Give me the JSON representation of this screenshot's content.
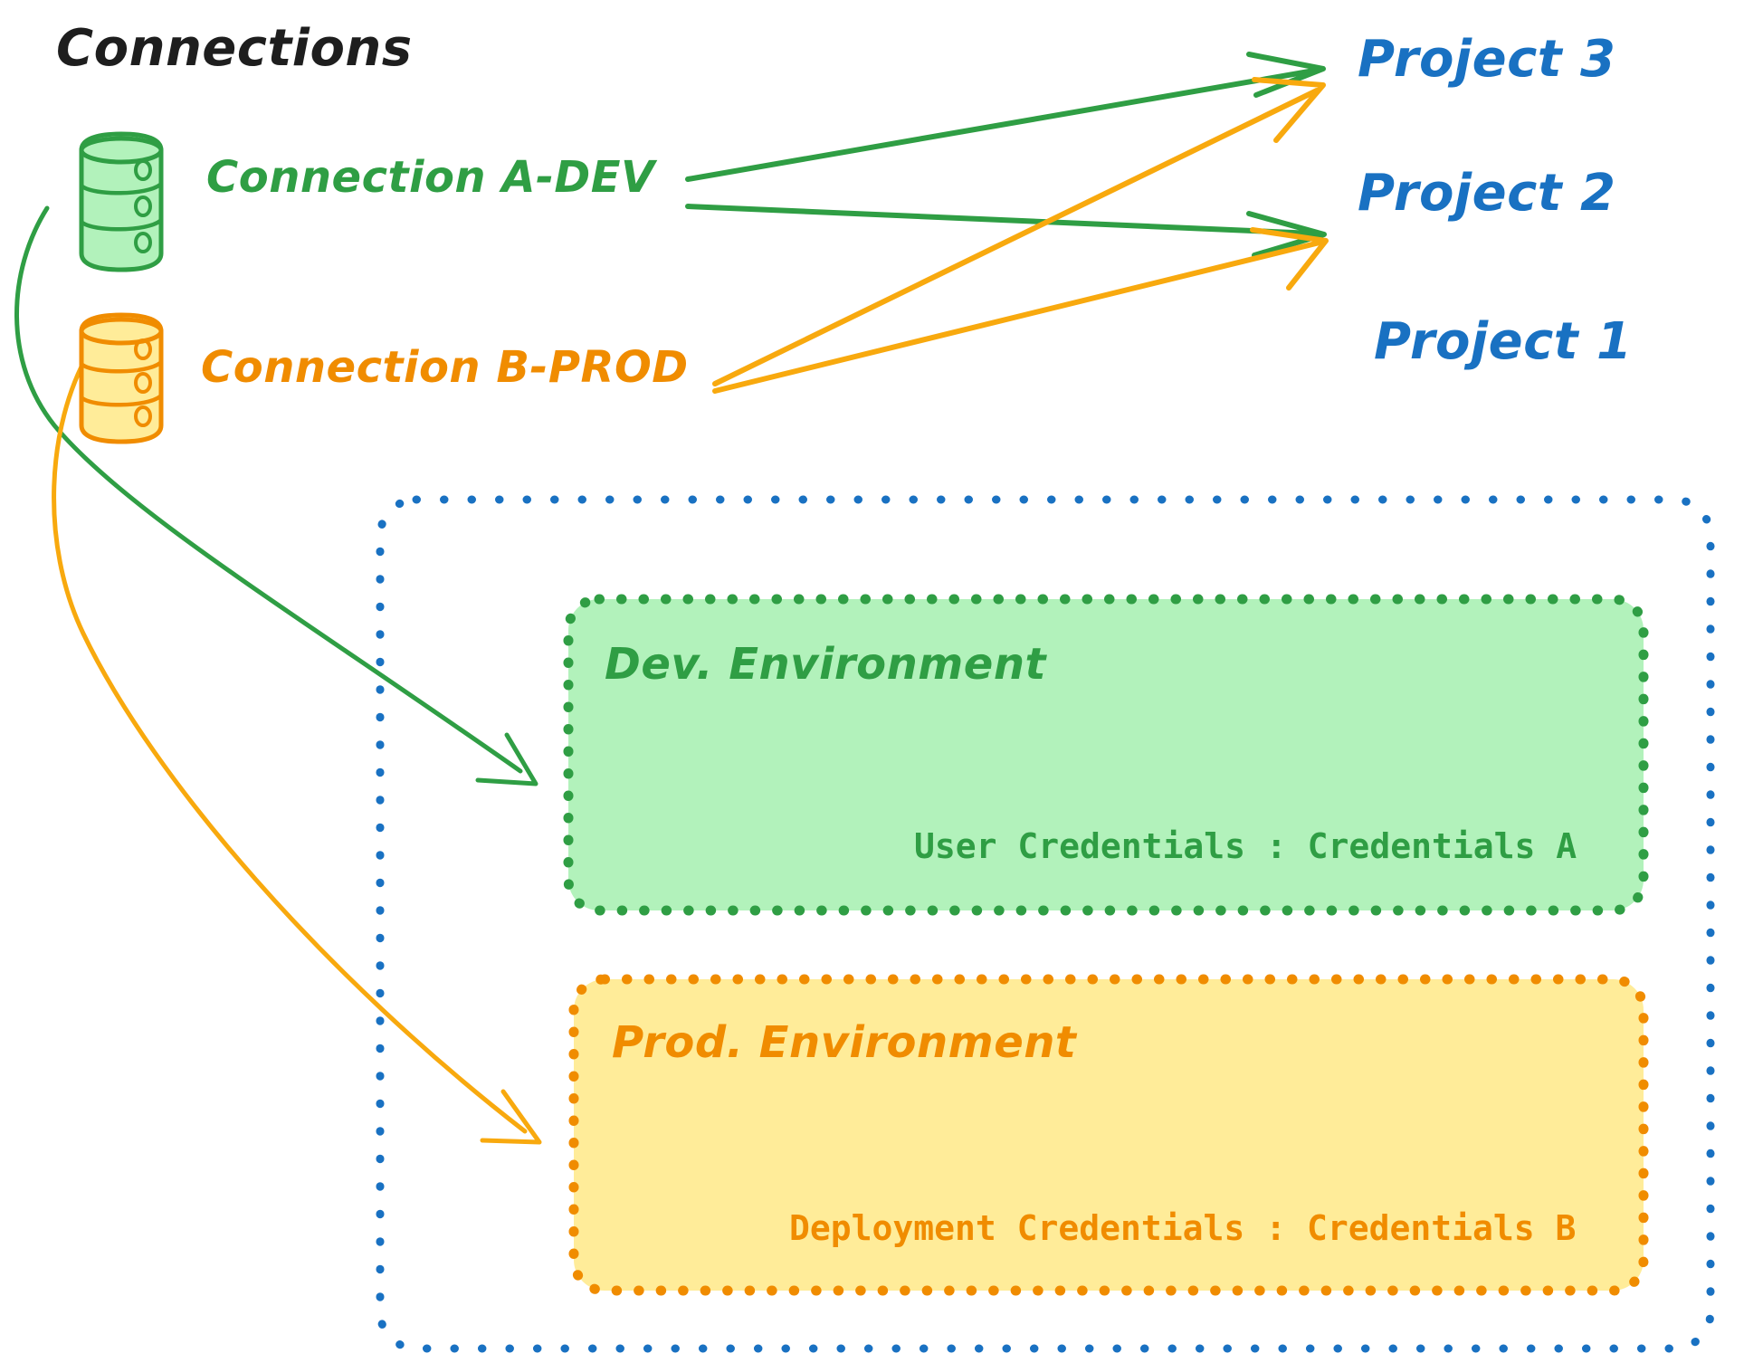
{
  "title": "Connections",
  "colors": {
    "green_stroke": "#2f9e44",
    "green_fill": "#b2f2bb",
    "orange_stroke": "#f08c00",
    "orange_fill": "#ffec99",
    "blue": "#1971c2",
    "black": "#1e1e1e",
    "background": "#ffffff"
  },
  "connections": [
    {
      "id": "a-dev",
      "label": "Connection A-DEV",
      "icon": "database-icon",
      "color": "#2f9e44"
    },
    {
      "id": "b-prod",
      "label": "Connection B-PROD",
      "icon": "database-icon",
      "color": "#f08c00"
    }
  ],
  "projects": [
    {
      "id": "project-3",
      "label": "Project 3"
    },
    {
      "id": "project-2",
      "label": "Project 2"
    },
    {
      "id": "project-1",
      "label": "Project 1"
    }
  ],
  "environments": [
    {
      "id": "dev-environment",
      "heading": "Dev. Environment",
      "credential_label": "User Credentials",
      "credential_separator": ":",
      "credential_value": "Credentials A",
      "credential_line": "User Credentials : Credentials A",
      "color": "#2f9e44",
      "fill": "#b2f2bb"
    },
    {
      "id": "prod-environment",
      "heading": "Prod. Environment",
      "credential_label": "Deployment Credentials",
      "credential_separator": ":",
      "credential_value": "Credentials B",
      "credential_line": "Deployment Credentials : Credentials B",
      "color": "#f08c00",
      "fill": "#ffec99"
    }
  ],
  "edges": [
    {
      "id": "edge-a-dev-to-project-3",
      "from": "Connection A-DEV",
      "to": "Project 3",
      "color": "#2f9e44"
    },
    {
      "id": "edge-a-dev-to-project-2",
      "from": "Connection A-DEV",
      "to": "Project 2",
      "color": "#2f9e44"
    },
    {
      "id": "edge-a-dev-to-dev-env",
      "from": "Connection A-DEV",
      "to": "Dev. Environment",
      "color": "#2f9e44"
    },
    {
      "id": "edge-b-prod-to-project-3",
      "from": "Connection B-PROD",
      "to": "Project 3",
      "color": "#f08c00"
    },
    {
      "id": "edge-b-prod-to-project-2",
      "from": "Connection B-PROD",
      "to": "Project 2",
      "color": "#f08c00"
    },
    {
      "id": "edge-b-prod-to-prod-env",
      "from": "Connection B-PROD",
      "to": "Prod. Environment",
      "color": "#f08c00"
    }
  ]
}
